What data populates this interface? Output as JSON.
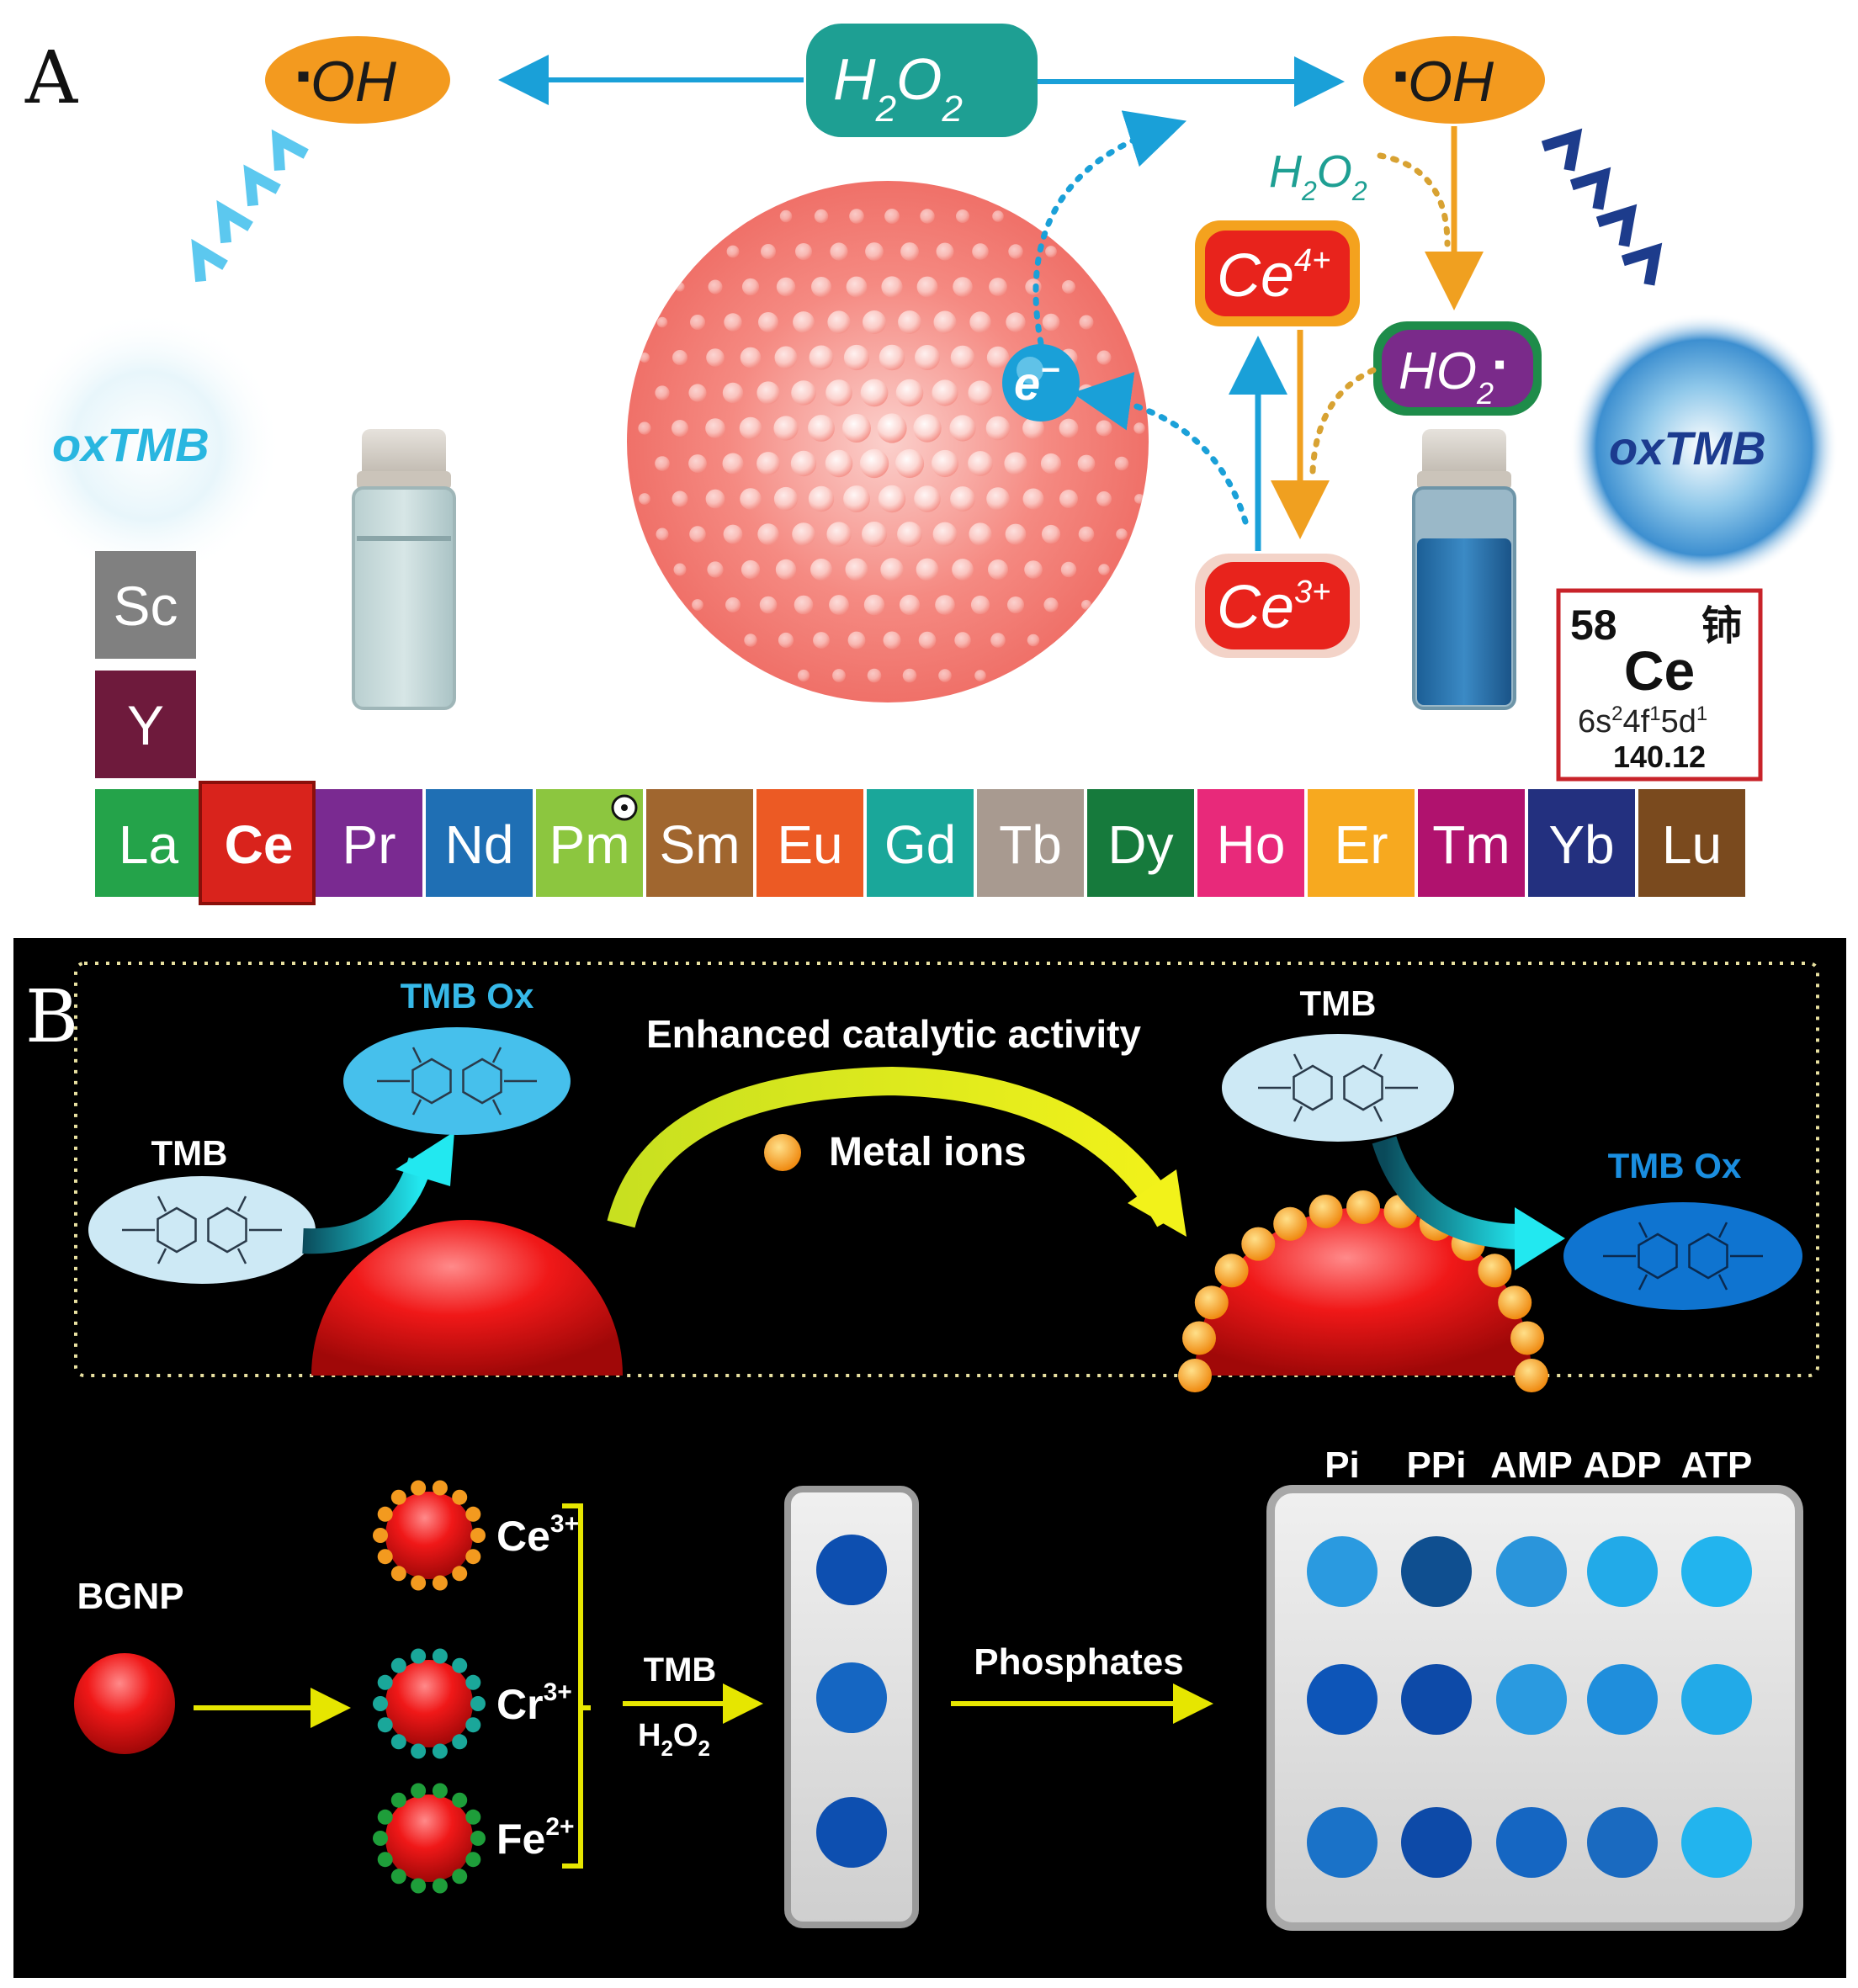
{
  "colors": {
    "h2o2_box": "#1e9f93",
    "oh_box": "#f39a1f",
    "ho2_box": "#7a2a8a",
    "ce_ion_box": "#e8231c",
    "arrow_blue": "#1aa0d8",
    "arrow_orange": "#f0a020",
    "arrow_yellow": "#e6e600",
    "tmb_light": "#bfe6f5",
    "tmb_dark": "#0f74d0",
    "cyan_text": "#33b8e6",
    "highlight_ce": "#d9231c"
  },
  "panel_a": {
    "label": "A",
    "h2o2": {
      "main": "H",
      "sub1": "2",
      "o": "O",
      "sub2": "2"
    },
    "oh_left": {
      "dot": "▪",
      "text": "OH"
    },
    "oh_right": {
      "dot": "▪",
      "text": "OH"
    },
    "h2o2_small": {
      "main": "H",
      "sub1": "2",
      "o": "O",
      "sub2": "2"
    },
    "ce4": {
      "base": "Ce",
      "sup": "4+"
    },
    "ce3": {
      "base": "Ce",
      "sup": "3+"
    },
    "ho2": {
      "base": "HO",
      "sub": "2",
      "dot": "▪"
    },
    "electron": {
      "base": "e",
      "sup": "−"
    },
    "oxtmb_left": "oxTMB",
    "oxtmb_right": "oxTMB",
    "element_card": {
      "number": "58",
      "symbol": "Ce",
      "chinese": "铈",
      "config": {
        "p1": "6s",
        "s1": "2",
        "p2": "4f",
        "s2": "1",
        "p3": "5d",
        "s3": "1"
      },
      "mass": "140.12"
    },
    "column_elements": [
      {
        "symbol": "Sc",
        "color": "#808080"
      },
      {
        "symbol": "Y",
        "color": "#6e1a3c"
      }
    ],
    "lanthanides": [
      {
        "symbol": "La",
        "color": "#24a34a"
      },
      {
        "symbol": "Ce",
        "color": "#d9231c"
      },
      {
        "symbol": "Pr",
        "color": "#7a2a91"
      },
      {
        "symbol": "Nd",
        "color": "#1f6fb4"
      },
      {
        "symbol": "Pm",
        "color": "#8cc63f"
      },
      {
        "symbol": "Sm",
        "color": "#a0662f"
      },
      {
        "symbol": "Eu",
        "color": "#ec5a24"
      },
      {
        "symbol": "Gd",
        "color": "#1aa79a"
      },
      {
        "symbol": "Tb",
        "color": "#a89a90"
      },
      {
        "symbol": "Dy",
        "color": "#167a3c"
      },
      {
        "symbol": "Ho",
        "color": "#e8297a"
      },
      {
        "symbol": "Er",
        "color": "#f7a91f"
      },
      {
        "symbol": "Tm",
        "color": "#b0126e"
      },
      {
        "symbol": "Yb",
        "color": "#23307f"
      },
      {
        "symbol": "Lu",
        "color": "#7a4a1e"
      }
    ]
  },
  "panel_b": {
    "label": "B",
    "enhanced": "Enhanced catalytic activity",
    "metal_ions": "Metal ions",
    "tmb_left": "TMB",
    "tmb_ox_left": "TMB Ox",
    "tmb_right": "TMB",
    "tmb_ox_right": "TMB Ox",
    "bgnp": "BGNP",
    "ions": [
      {
        "base": "Ce",
        "sup": "3+",
        "color": "#f39a1f"
      },
      {
        "base": "Cr",
        "sup": "3+",
        "color": "#1aa79a"
      },
      {
        "base": "Fe",
        "sup": "2+",
        "color": "#1e9e3a"
      }
    ],
    "tmb_reagent": "TMB",
    "h2o2_reagent": {
      "main": "H",
      "sub1": "2",
      "o": "O",
      "sub2": "2"
    },
    "phosphates": "Phosphates",
    "columns": [
      "Pi",
      "PPi",
      "AMP",
      "ADP",
      "ATP"
    ],
    "strip_wells": [
      "#0d4fb0",
      "#1566c2",
      "#0d4fb0"
    ],
    "plate_wells": [
      [
        "#2a9ae0",
        "#0f4f90",
        "#2a95db",
        "#22aae8",
        "#22b4ee"
      ],
      [
        "#0d55b8",
        "#0d4aa8",
        "#2a9ae0",
        "#1f8edc",
        "#22aae8"
      ],
      [
        "#1a72c8",
        "#0d4aa8",
        "#1566c2",
        "#1a6ac0",
        "#22b4ee"
      ]
    ]
  }
}
